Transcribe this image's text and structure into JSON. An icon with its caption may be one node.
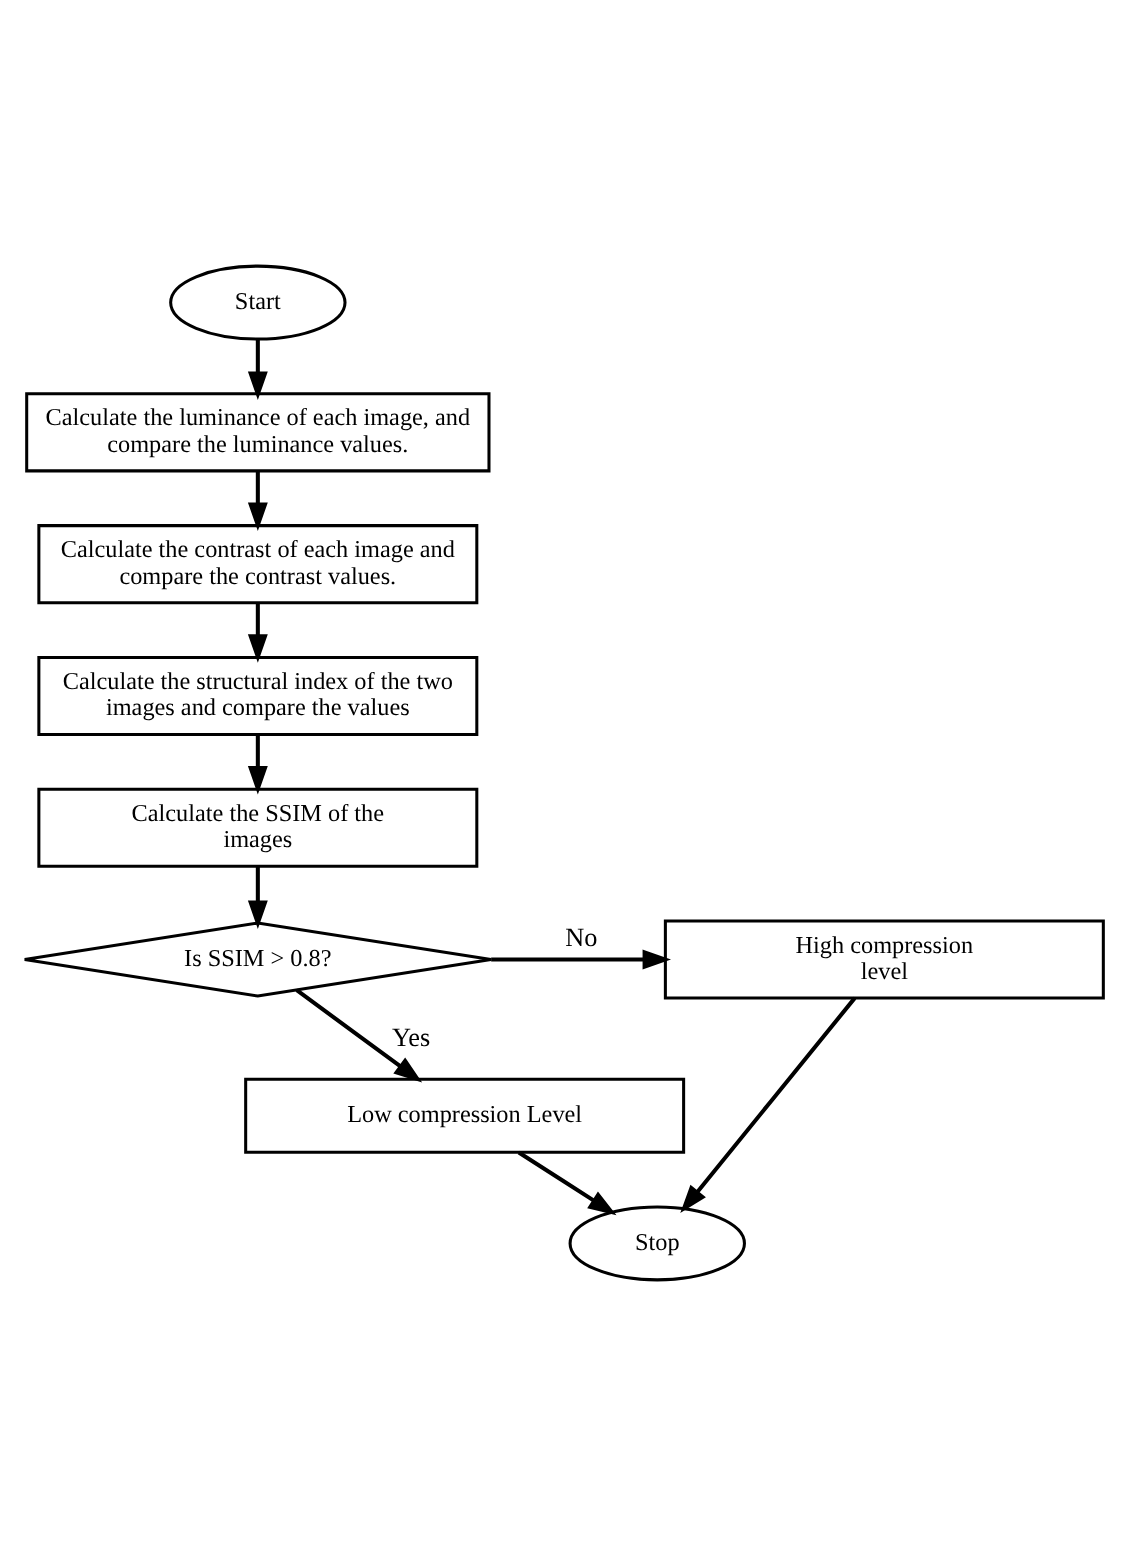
{
  "diagram": {
    "nodes": [
      {
        "text": [
          "Start"
        ]
      },
      {
        "text": [
          "Calculate the luminance of each image, and compare the luminance values."
        ]
      },
      {
        "text": [
          "Calculate the contrast of each image and compare the contrast values."
        ]
      },
      {
        "text": [
          "Calculate the structural index of the two images and compare the values"
        ]
      },
      {
        "text": [
          "Calculate the SSIM of the images"
        ]
      },
      {
        "text": [
          "Is SSIM > 0.8?"
        ]
      },
      {
        "text": [
          "High compression level"
        ]
      },
      {
        "text": [
          "Low compression Level"
        ]
      },
      {
        "text": [
          "Stop"
        ]
      }
    ],
    "edges": [
      {
        "from": 0,
        "to": 1,
        "arrow": "to"
      },
      {
        "from": 1,
        "to": 2,
        "arrow": "to"
      },
      {
        "from": 2,
        "to": 3,
        "arrow": "to"
      },
      {
        "from": 3,
        "to": 4,
        "arrow": "to"
      },
      {
        "from": 4,
        "to": 5,
        "arrow": "to"
      },
      {
        "from": 5,
        "to": 6,
        "label": "No",
        "arrow": "to"
      },
      {
        "from": 5,
        "to": 7,
        "label": "Yes",
        "arrow": "to"
      },
      {
        "from": 7,
        "to": 8,
        "arrow": "to"
      },
      {
        "from": 6,
        "to": 8,
        "arrow": "to"
      }
    ]
  }
}
